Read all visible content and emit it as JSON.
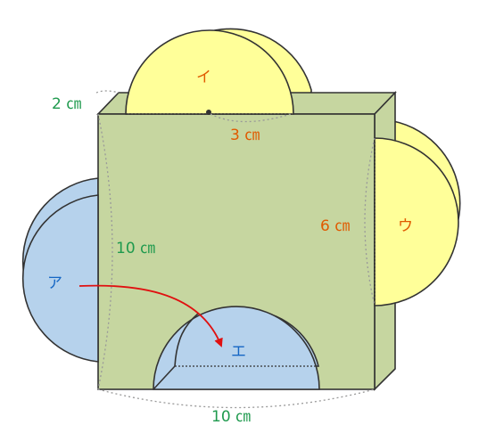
{
  "labels": {
    "dim_top": "2 ㎝",
    "dim_radius_i": "3 ㎝",
    "dim_height": "10 ㎝",
    "dim_side": "6 ㎝",
    "dim_bottom": "10 ㎝",
    "piece_a": "ア",
    "piece_i": "イ",
    "piece_u": "ウ",
    "piece_e": "エ"
  },
  "colors": {
    "box_fill": "#c6d6a0",
    "box_stroke": "#333333",
    "yellow_fill": "#ffff99",
    "blue_fill": "#b6d2ec",
    "dim_color": "#1f9a4e",
    "label_orange": "#e05a00",
    "label_blue": "#1566c4",
    "arrow_red": "#e01010"
  }
}
